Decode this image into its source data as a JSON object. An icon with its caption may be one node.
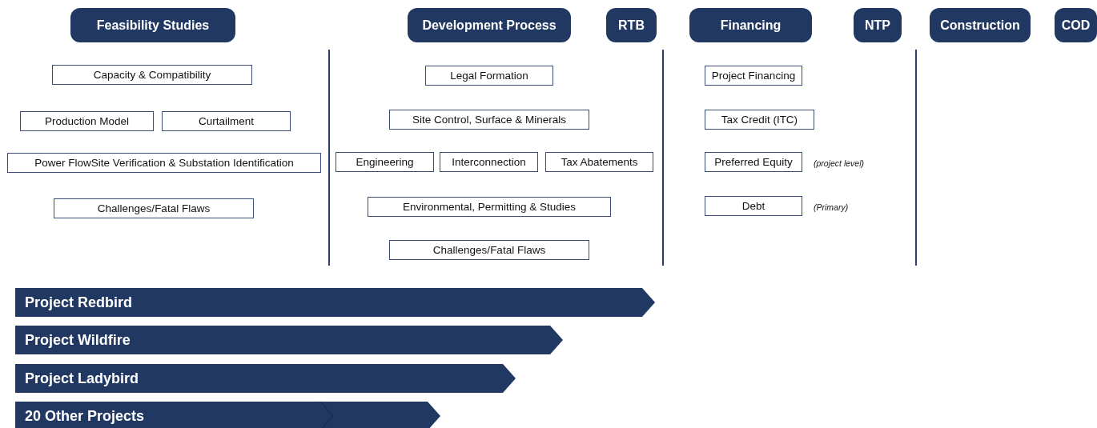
{
  "diagram": {
    "nodes": [
      {
        "text": [
          "Feasibility Studies"
        ]
      },
      {
        "text": [
          "Development Process"
        ]
      },
      {
        "text": [
          "RTB"
        ]
      },
      {
        "text": [
          "Financing"
        ]
      },
      {
        "text": [
          "NTP"
        ]
      },
      {
        "text": [
          "Construction"
        ]
      },
      {
        "text": [
          "COD"
        ]
      },
      {
        "text": [
          "Capacity & Compatibility"
        ]
      },
      {
        "text": [
          "Production Model"
        ]
      },
      {
        "text": [
          "Curtailment"
        ]
      },
      {
        "text": [
          "Power FlowSite Verification & Substation Identification"
        ]
      },
      {
        "text": [
          "Challenges/Fatal Flaws"
        ]
      },
      {
        "text": [
          "Legal Formation"
        ]
      },
      {
        "text": [
          "Site Control, Surface & Minerals"
        ]
      },
      {
        "text": [
          "Engineering"
        ]
      },
      {
        "text": [
          "Interconnection"
        ]
      },
      {
        "text": [
          "Tax Abatements"
        ]
      },
      {
        "text": [
          "Environmental, Permitting &  Studies"
        ]
      },
      {
        "text": [
          "Challenges/Fatal Flaws"
        ]
      },
      {
        "text": [
          "Project Financing"
        ]
      },
      {
        "text": [
          "Tax Credit (ITC)"
        ]
      },
      {
        "text": [
          "Preferred Equity"
        ],
        "beside": [
          "(project level)"
        ]
      },
      {
        "text": [
          "Debt"
        ],
        "beside": [
          "(Primary)"
        ]
      },
      {
        "text": [
          "Project Redbird"
        ]
      },
      {
        "text": [
          "Project Wildfire"
        ]
      },
      {
        "text": [
          "Project Ladybird"
        ]
      },
      {
        "text": [
          "20 Other Projects"
        ]
      }
    ],
    "edges": []
  }
}
